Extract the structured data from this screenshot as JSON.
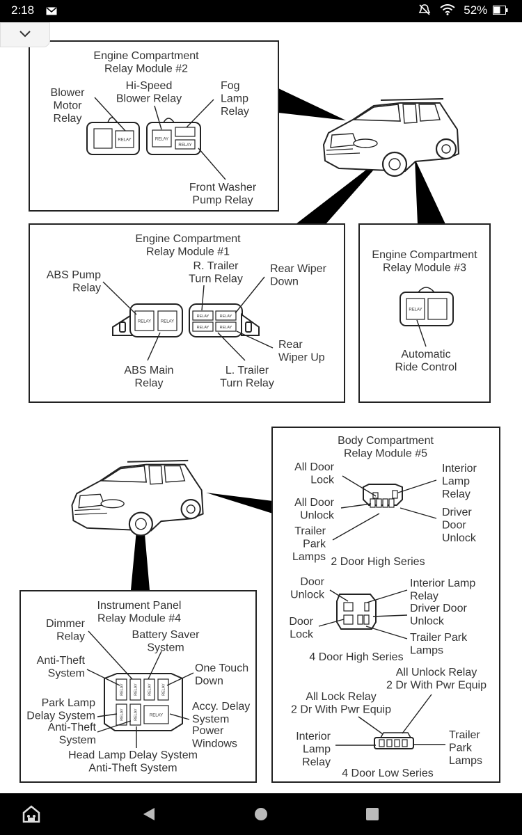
{
  "status_bar": {
    "time": "2:18",
    "battery": "52%",
    "icons": [
      "mail-icon",
      "mute-icon",
      "wifi-icon",
      "battery-icon"
    ]
  },
  "toolbar": {
    "collapse_icon": "chevron-down-icon"
  },
  "nav": {
    "icons": [
      "home-icon",
      "back-icon",
      "circle-home-icon",
      "recents-icon"
    ]
  },
  "diagram": {
    "module2": {
      "title": [
        "Engine Compartment",
        "Relay Module #2"
      ],
      "blower": [
        "Blower",
        "Motor",
        "Relay"
      ],
      "hispeed": [
        "Hi-Speed",
        "Blower Relay"
      ],
      "fog": [
        "Fog",
        "Lamp",
        "Relay"
      ],
      "washer": [
        "Front Washer",
        "Pump Relay"
      ]
    },
    "module1": {
      "title": [
        "Engine Compartment",
        "Relay Module #1"
      ],
      "abs_pump": [
        "ABS Pump",
        "Relay"
      ],
      "r_trailer": [
        "R. Trailer",
        "Turn Relay"
      ],
      "rear_wiper_down": [
        "Rear Wiper",
        "Down"
      ],
      "abs_main": [
        "ABS Main",
        "Relay"
      ],
      "l_trailer": [
        "L. Trailer",
        "Turn Relay"
      ],
      "rear_wiper_up": [
        "Rear",
        "Wiper Up"
      ]
    },
    "module3": {
      "title": [
        "Engine Compartment",
        "Relay Module #3"
      ],
      "auto_ride": [
        "Automatic",
        "Ride Control"
      ]
    },
    "module5": {
      "title": [
        "Body Compartment",
        "Relay Module #5"
      ],
      "high2": {
        "all_door_lock": [
          "All Door",
          "Lock"
        ],
        "all_door_unlock": [
          "All Door",
          "Unlock"
        ],
        "trailer_park": [
          "Trailer",
          "Park",
          "Lamps"
        ],
        "interior_lamp": [
          "Interior",
          "Lamp",
          "Relay"
        ],
        "driver_unlock": [
          "Driver",
          "Door",
          "Unlock"
        ],
        "caption": "2 Door High Series"
      },
      "high4": {
        "door_unlock": [
          "Door",
          "Unlock"
        ],
        "door_lock": [
          "Door",
          "Lock"
        ],
        "interior_lamp": [
          "Interior Lamp",
          "Relay"
        ],
        "driver_unlock": [
          "Driver Door",
          "Unlock"
        ],
        "trailer_park": [
          "Trailer Park",
          "Lamps"
        ],
        "caption": "4 Door High Series"
      },
      "low4": {
        "all_unlock": [
          "All Unlock Relay",
          "2 Dr With Pwr Equip"
        ],
        "all_lock": [
          "All Lock Relay",
          "2 Dr With Pwr Equip"
        ],
        "interior_lamp": [
          "Interior",
          "Lamp",
          "Relay"
        ],
        "trailer_park": [
          "Trailer",
          "Park",
          "Lamps"
        ],
        "caption": "4 Door Low Series"
      }
    },
    "module4": {
      "title": [
        "Instrument Panel",
        "Relay Module #4"
      ],
      "dimmer": [
        "Dimmer",
        "Relay"
      ],
      "battery_saver": [
        "Battery Saver",
        "System"
      ],
      "anti_theft_1": [
        "Anti-Theft",
        "System"
      ],
      "one_touch": [
        "One Touch",
        "Down"
      ],
      "park_lamp": [
        "Park Lamp",
        "Delay System"
      ],
      "anti_theft_2": [
        "Anti-Theft",
        "System"
      ],
      "accy": [
        "Accy. Delay",
        "System"
      ],
      "power_windows": [
        "Power",
        "Windows"
      ],
      "head_lamp": [
        "Head Lamp Delay System",
        "Anti-Theft System"
      ]
    },
    "relay_label": "RELAY"
  }
}
